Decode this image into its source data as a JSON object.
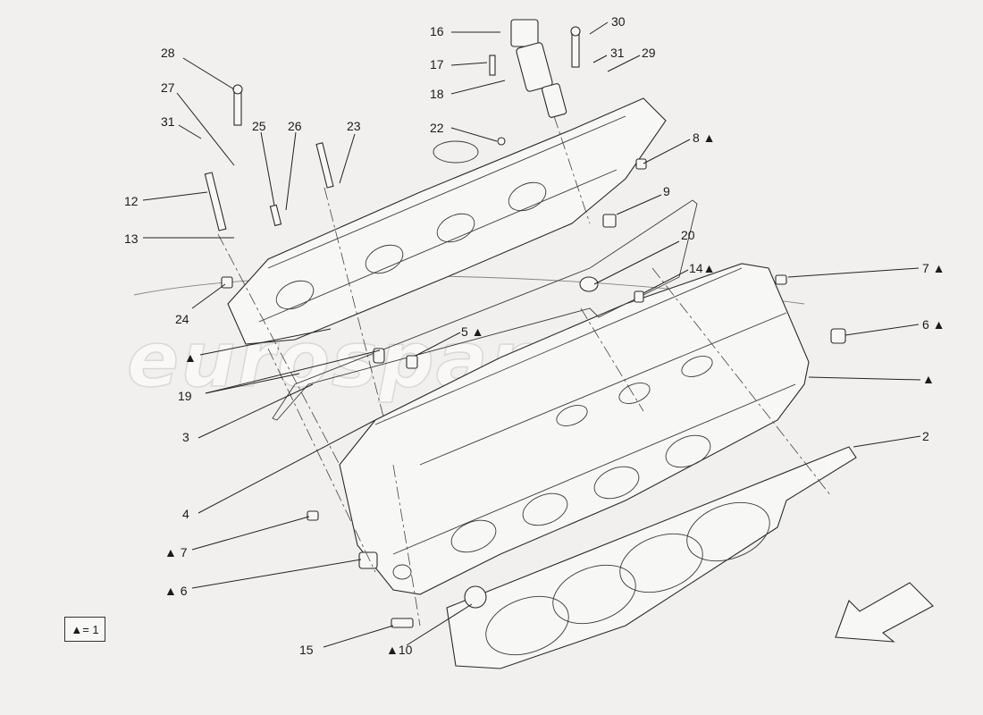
{
  "watermark": "eurospares",
  "legend": {
    "text": "▲= 1"
  },
  "callouts": [
    {
      "id": "c16",
      "text": "16"
    },
    {
      "id": "c30",
      "text": "30"
    },
    {
      "id": "c17",
      "text": "17"
    },
    {
      "id": "c31a",
      "text": "31"
    },
    {
      "id": "c29",
      "text": "29"
    },
    {
      "id": "c18",
      "text": "18"
    },
    {
      "id": "c28",
      "text": "28"
    },
    {
      "id": "c27",
      "text": "27"
    },
    {
      "id": "c31b",
      "text": "31"
    },
    {
      "id": "c25",
      "text": "25"
    },
    {
      "id": "c26",
      "text": "26"
    },
    {
      "id": "c23",
      "text": "23"
    },
    {
      "id": "c22",
      "text": "22"
    },
    {
      "id": "c8",
      "text": "8 ▲"
    },
    {
      "id": "c12",
      "text": "12"
    },
    {
      "id": "c9",
      "text": "9"
    },
    {
      "id": "c13",
      "text": "13"
    },
    {
      "id": "c20",
      "text": "20"
    },
    {
      "id": "c14",
      "text": "14▲"
    },
    {
      "id": "c7a",
      "text": "7 ▲"
    },
    {
      "id": "c24",
      "text": "24"
    },
    {
      "id": "c6a",
      "text": "6 ▲"
    },
    {
      "id": "c5",
      "text": "5 ▲"
    },
    {
      "id": "c1a",
      "text": "▲"
    },
    {
      "id": "c1b",
      "text": "▲"
    },
    {
      "id": "c19",
      "text": "19"
    },
    {
      "id": "c3",
      "text": "3"
    },
    {
      "id": "c2",
      "text": "2"
    },
    {
      "id": "c4",
      "text": "4"
    },
    {
      "id": "c7b",
      "text": "▲ 7"
    },
    {
      "id": "c6b",
      "text": "▲ 6"
    },
    {
      "id": "c15",
      "text": "15"
    },
    {
      "id": "c10",
      "text": "▲10"
    }
  ]
}
